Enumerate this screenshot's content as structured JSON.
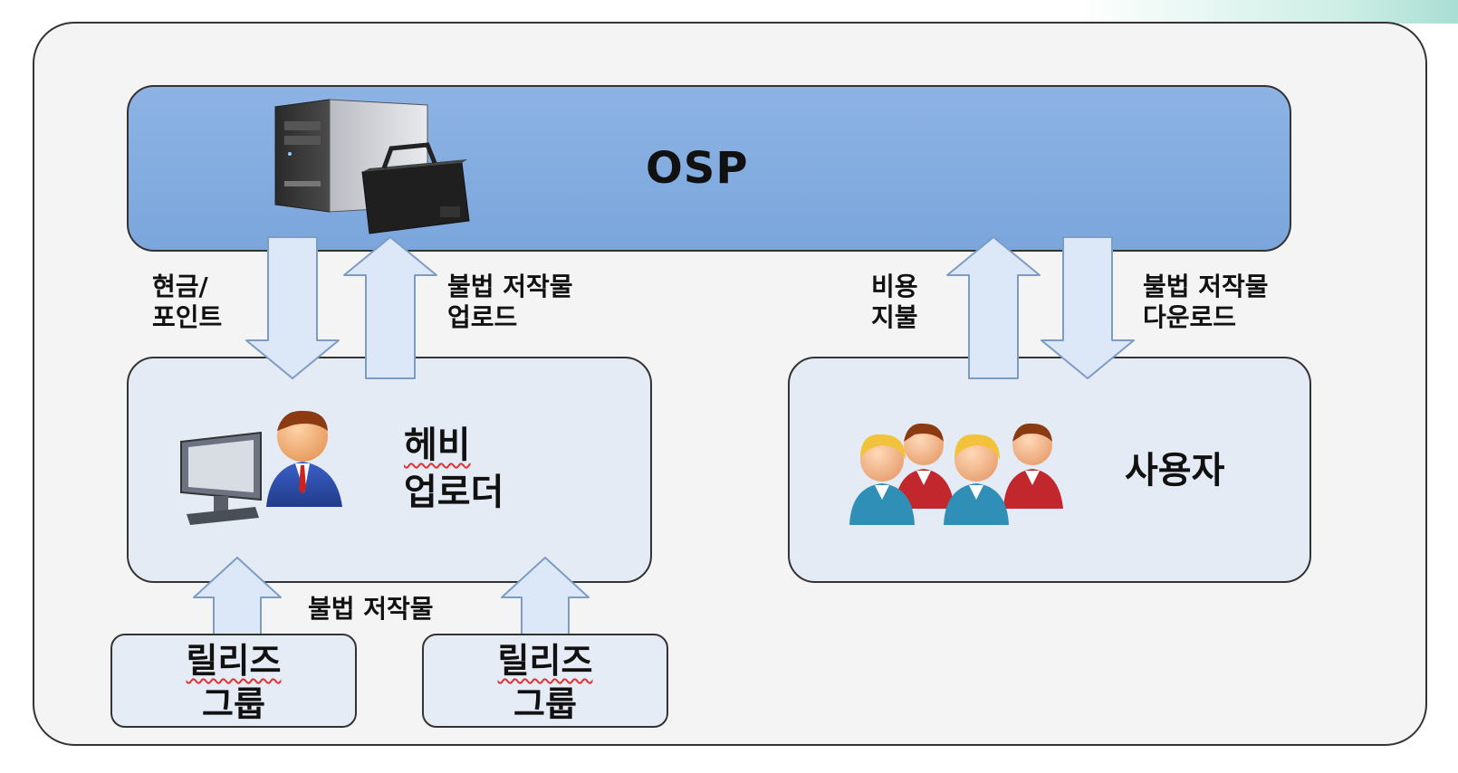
{
  "osp": {
    "label": "OSP"
  },
  "uploader": {
    "line1": "헤비",
    "line2": "업로더"
  },
  "users": {
    "label": "사용자"
  },
  "release_groups": [
    {
      "line1": "릴리즈",
      "line2": "그룹"
    },
    {
      "line1": "릴리즈",
      "line2": "그룹"
    }
  ],
  "edges": {
    "cash_points": "현금/\n포인트",
    "illegal_upload": "불법 저작물\n업로드",
    "pay_fee": "비용\n지불",
    "illegal_download": "불법 저작물\n다운로드",
    "illegal_works": "불법 저작물"
  },
  "colors": {
    "osp_fill": "#7ba6dc",
    "node_fill": "#e5ebf5",
    "arrow_fill": "#dce8f7",
    "frame_fill": "#f4f4f5"
  },
  "icons": [
    "server-icon",
    "computer-user-icon",
    "user-group-icon"
  ]
}
